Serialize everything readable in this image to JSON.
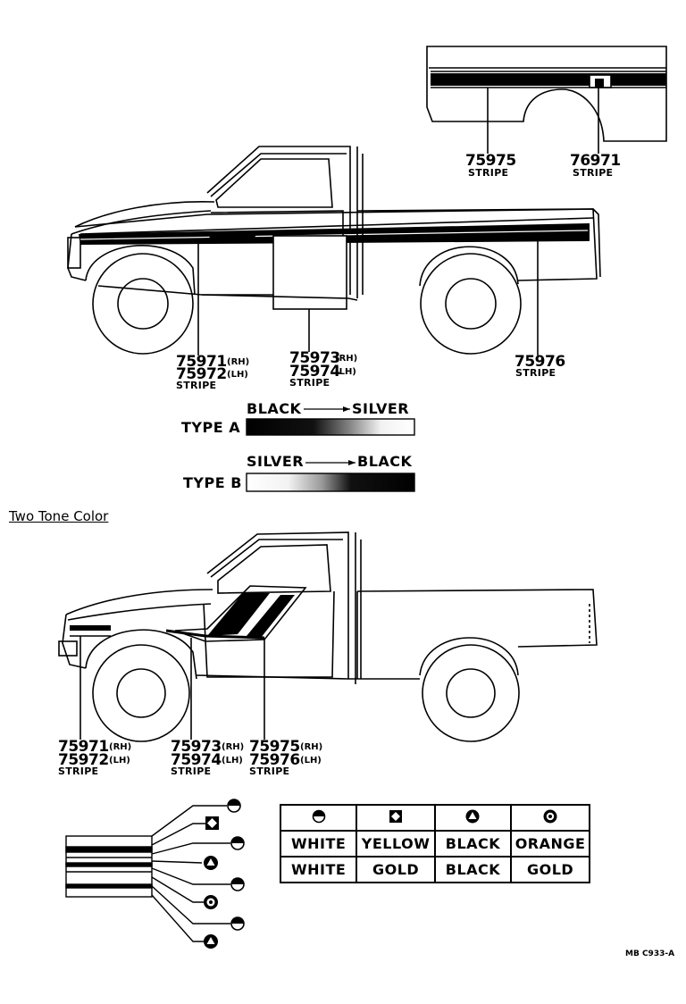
{
  "top_view": {
    "bed_labels": [
      {
        "part": "75975",
        "desc": "STRIPE"
      },
      {
        "part": "76971",
        "desc": "STRIPE"
      }
    ],
    "truck_labels": {
      "l1": {
        "part_rh": "75971",
        "rh": "(RH)",
        "part_lh": "75972",
        "lh": "(LH)",
        "desc": "STRIPE"
      },
      "l2": {
        "part_rh": "75973",
        "rh": "(RH)",
        "part_lh": "75974",
        "lh": "(LH)",
        "desc": "STRIPE"
      },
      "l3": {
        "part": "75976",
        "desc": "STRIPE"
      }
    }
  },
  "gradient_types": [
    {
      "name": "TYPE A",
      "from": "BLACK",
      "to": "SILVER"
    },
    {
      "name": "TYPE B",
      "from": "SILVER",
      "to": "BLACK"
    }
  ],
  "two_tone": {
    "title": "Two Tone Color",
    "labels": {
      "l1": {
        "part_rh": "75971",
        "rh": "(RH)",
        "part_lh": "75972",
        "lh": "(LH)",
        "desc": "STRIPE"
      },
      "l2": {
        "part_rh": "75973",
        "rh": "(RH)",
        "part_lh": "75974",
        "lh": "(LH)",
        "desc": "STRIPE"
      },
      "l3": {
        "part_rh": "75975",
        "rh": "(RH)",
        "part_lh": "75976",
        "lh": "(LH)",
        "desc": "STRIPE"
      }
    }
  },
  "color_table": {
    "header_symbols": [
      "half-circle-icon",
      "diamond-square-icon",
      "triangle-circle-icon",
      "ring-circle-icon"
    ],
    "rows": [
      [
        "WHITE",
        "YELLOW",
        "BLACK",
        "ORANGE"
      ],
      [
        "WHITE",
        "GOLD",
        "BLACK",
        "GOLD"
      ]
    ]
  },
  "stripe_callout_symbols": [
    "half-circle-icon",
    "diamond-square-icon",
    "half-circle-icon",
    "triangle-circle-icon",
    "half-circle-icon",
    "ring-circle-icon",
    "half-circle-icon",
    "triangle-circle-icon"
  ],
  "figure_code": "MB C933-A",
  "colors": {
    "line": "#000000",
    "background": "#ffffff",
    "silver": "#e6e6e6"
  }
}
